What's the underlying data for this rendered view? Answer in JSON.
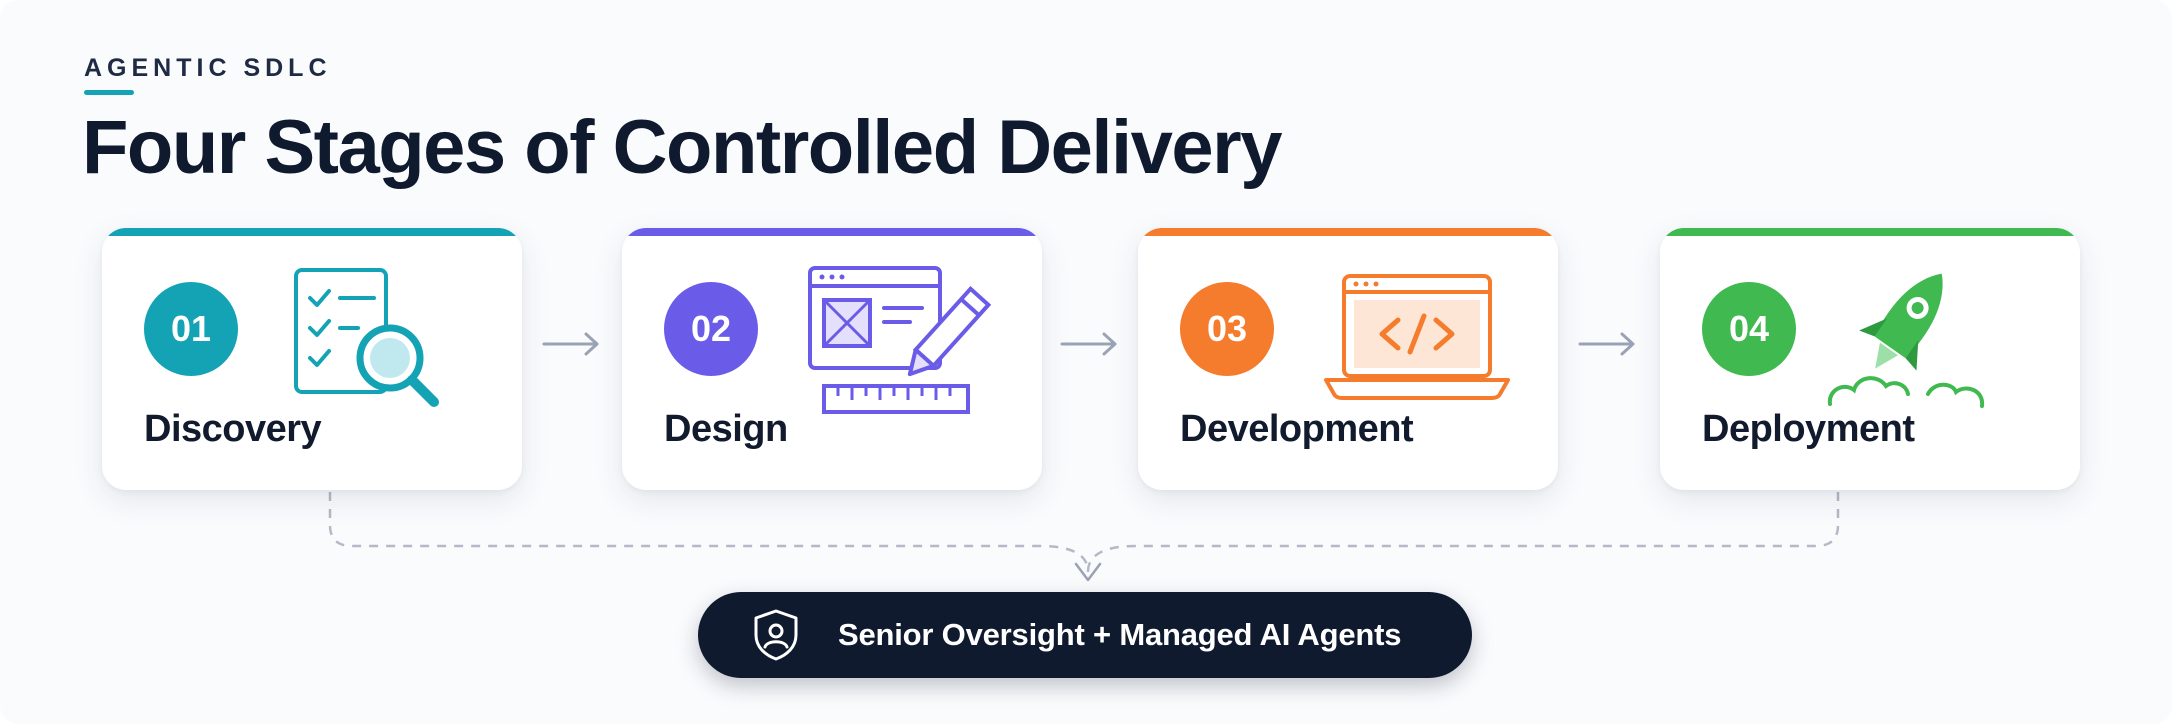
{
  "header": {
    "eyebrow": "AGENTIC SDLC",
    "title": "Four Stages of Controlled Delivery"
  },
  "stages": [
    {
      "number": "01",
      "label": "Discovery",
      "color": "#14a3b5",
      "icon": "checklist-magnifier-icon"
    },
    {
      "number": "02",
      "label": "Design",
      "color": "#6a5ce8",
      "icon": "wireframe-pencil-ruler-icon"
    },
    {
      "number": "03",
      "label": "Development",
      "color": "#f47c2c",
      "icon": "laptop-code-icon"
    },
    {
      "number": "04",
      "label": "Deployment",
      "color": "#3fb950",
      "icon": "rocket-launch-icon"
    }
  ],
  "oversight": {
    "label": "Senior Oversight + Managed AI Agents",
    "icon": "shield-user-icon"
  },
  "colors": {
    "title": "#0f1a2e",
    "pill_background": "#0f1a2e",
    "arrow": "#9aa3b5",
    "connector": "#b3b9c6"
  }
}
